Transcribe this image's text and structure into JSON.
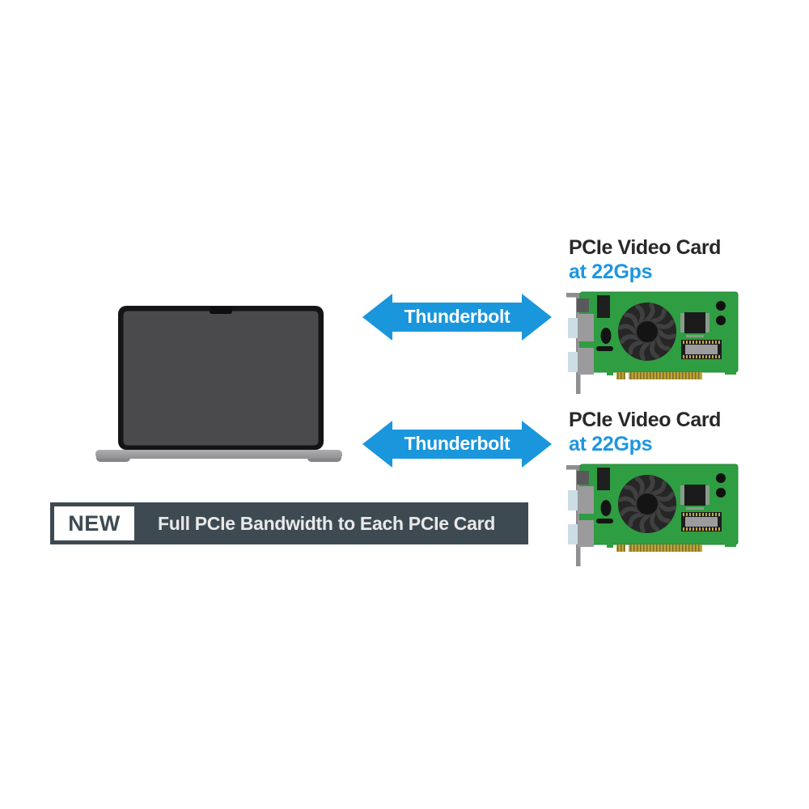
{
  "arrows": [
    {
      "label": "Thunderbolt"
    },
    {
      "label": "Thunderbolt"
    }
  ],
  "cards": [
    {
      "title": "PCIe Video Card",
      "subtitle": "at 22Gps"
    },
    {
      "title": "PCIe Video Card",
      "subtitle": "at 22Gps"
    }
  ],
  "banner": {
    "badge": "NEW",
    "text": "Full PCIe Bandwidth to Each PCIe Card"
  },
  "icons": {
    "laptop": "laptop-icon",
    "pcie_card": "pcie-video-card-icon",
    "arrow": "double-headed-arrow-icon"
  },
  "colors": {
    "arrow_blue": "#1a96dc",
    "subtitle_blue": "#1e96e0",
    "pcb_green": "#2f9d42",
    "banner_bg": "#3e4a52",
    "title_dark": "#282828"
  }
}
